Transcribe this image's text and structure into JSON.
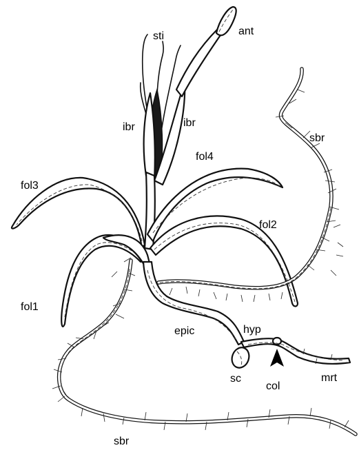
{
  "labels": {
    "ant": "ant",
    "sti": "sti",
    "ibr_left": "ibr",
    "ibr_right": "ibr",
    "sbr_top": "sbr",
    "fol4": "fol4",
    "fol3": "fol3",
    "fol2": "fol2",
    "fol1": "fol1",
    "epic": "epic",
    "hyp": "hyp",
    "sc": "sc",
    "col": "col",
    "mrt": "mrt",
    "sbr_bottom": "sbr"
  }
}
